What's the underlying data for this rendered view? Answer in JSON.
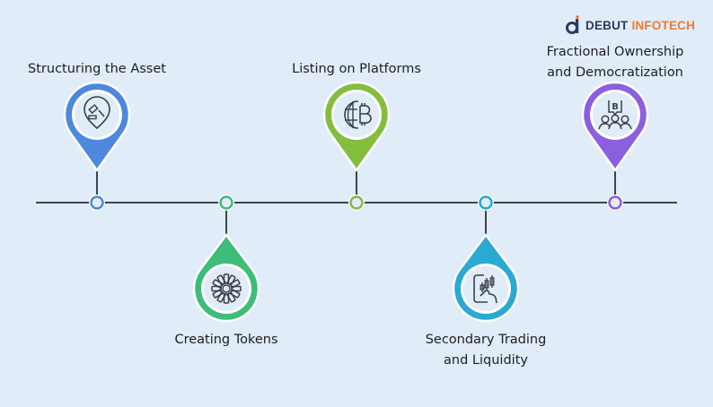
{
  "brand": {
    "name_part1": "DEBUT",
    "name_part2": "INFOTECH",
    "primary_color": "#2b3a66",
    "accent_color": "#f07a32"
  },
  "timeline": {
    "line_color": "#3d4550",
    "steps": [
      {
        "label_line1": "Structuring the Asset",
        "label_line2": "",
        "color": "#4d88de",
        "icon": "auction-gavel-pin-icon",
        "position": "above"
      },
      {
        "label_line1": "Creating Tokens",
        "label_line2": "",
        "color": "#3dbd78",
        "icon": "token-asterisk-icon",
        "position": "below"
      },
      {
        "label_line1": "Listing on Platforms",
        "label_line2": "",
        "color": "#85bd3d",
        "icon": "globe-bitcoin-icon",
        "position": "above"
      },
      {
        "label_line1": "Secondary Trading",
        "label_line2": "and Liquidity",
        "color": "#2aa9d3",
        "icon": "mobile-trading-chart-icon",
        "position": "below"
      },
      {
        "label_line1": "Fractional Ownership",
        "label_line2": "and Democratization",
        "color": "#8a5fe0",
        "icon": "group-bitcoin-ownership-icon",
        "position": "above"
      }
    ]
  }
}
